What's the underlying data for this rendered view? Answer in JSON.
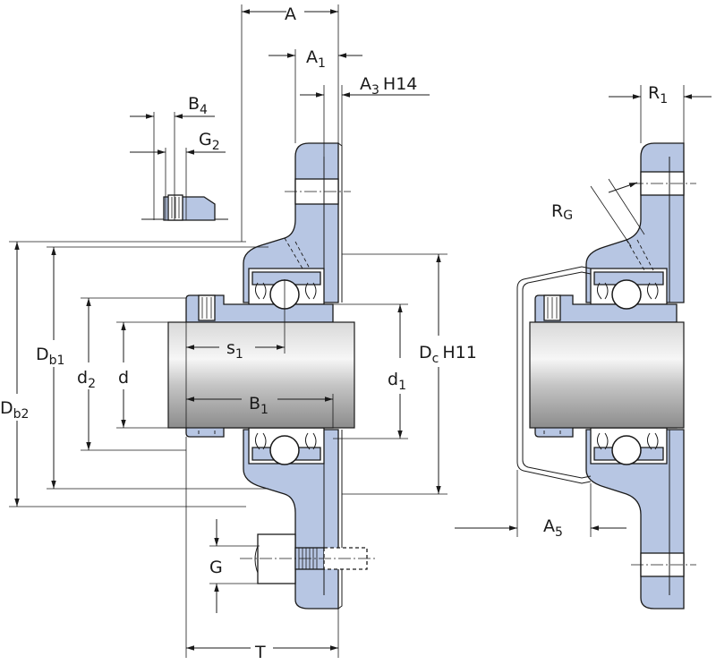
{
  "dimensions": {
    "A": "A",
    "A1": "A",
    "A1_sub": "1",
    "A3": "A",
    "A3_sub": "3",
    "A3_tol": "H14",
    "B4": "B",
    "B4_sub": "4",
    "G2": "G",
    "G2_sub": "2",
    "Db1": "D",
    "Db1_sub": "b1",
    "Db2": "D",
    "Db2_sub": "b2",
    "d2": "d",
    "d2_sub": "2",
    "d": "d",
    "s1": "s",
    "s1_sub": "1",
    "B1": "B",
    "B1_sub": "1",
    "d1": "d",
    "d1_sub": "1",
    "Dc": "D",
    "Dc_sub": "c",
    "Dc_tol": "H11",
    "G": "G",
    "T": "T",
    "R1": "R",
    "R1_sub": "1",
    "RG": "R",
    "RG_sub": "G",
    "A5": "A",
    "A5_sub": "5"
  },
  "colors": {
    "part_fill": "#b7c6e3",
    "line": "#1a1a1a",
    "background": "#ffffff"
  }
}
